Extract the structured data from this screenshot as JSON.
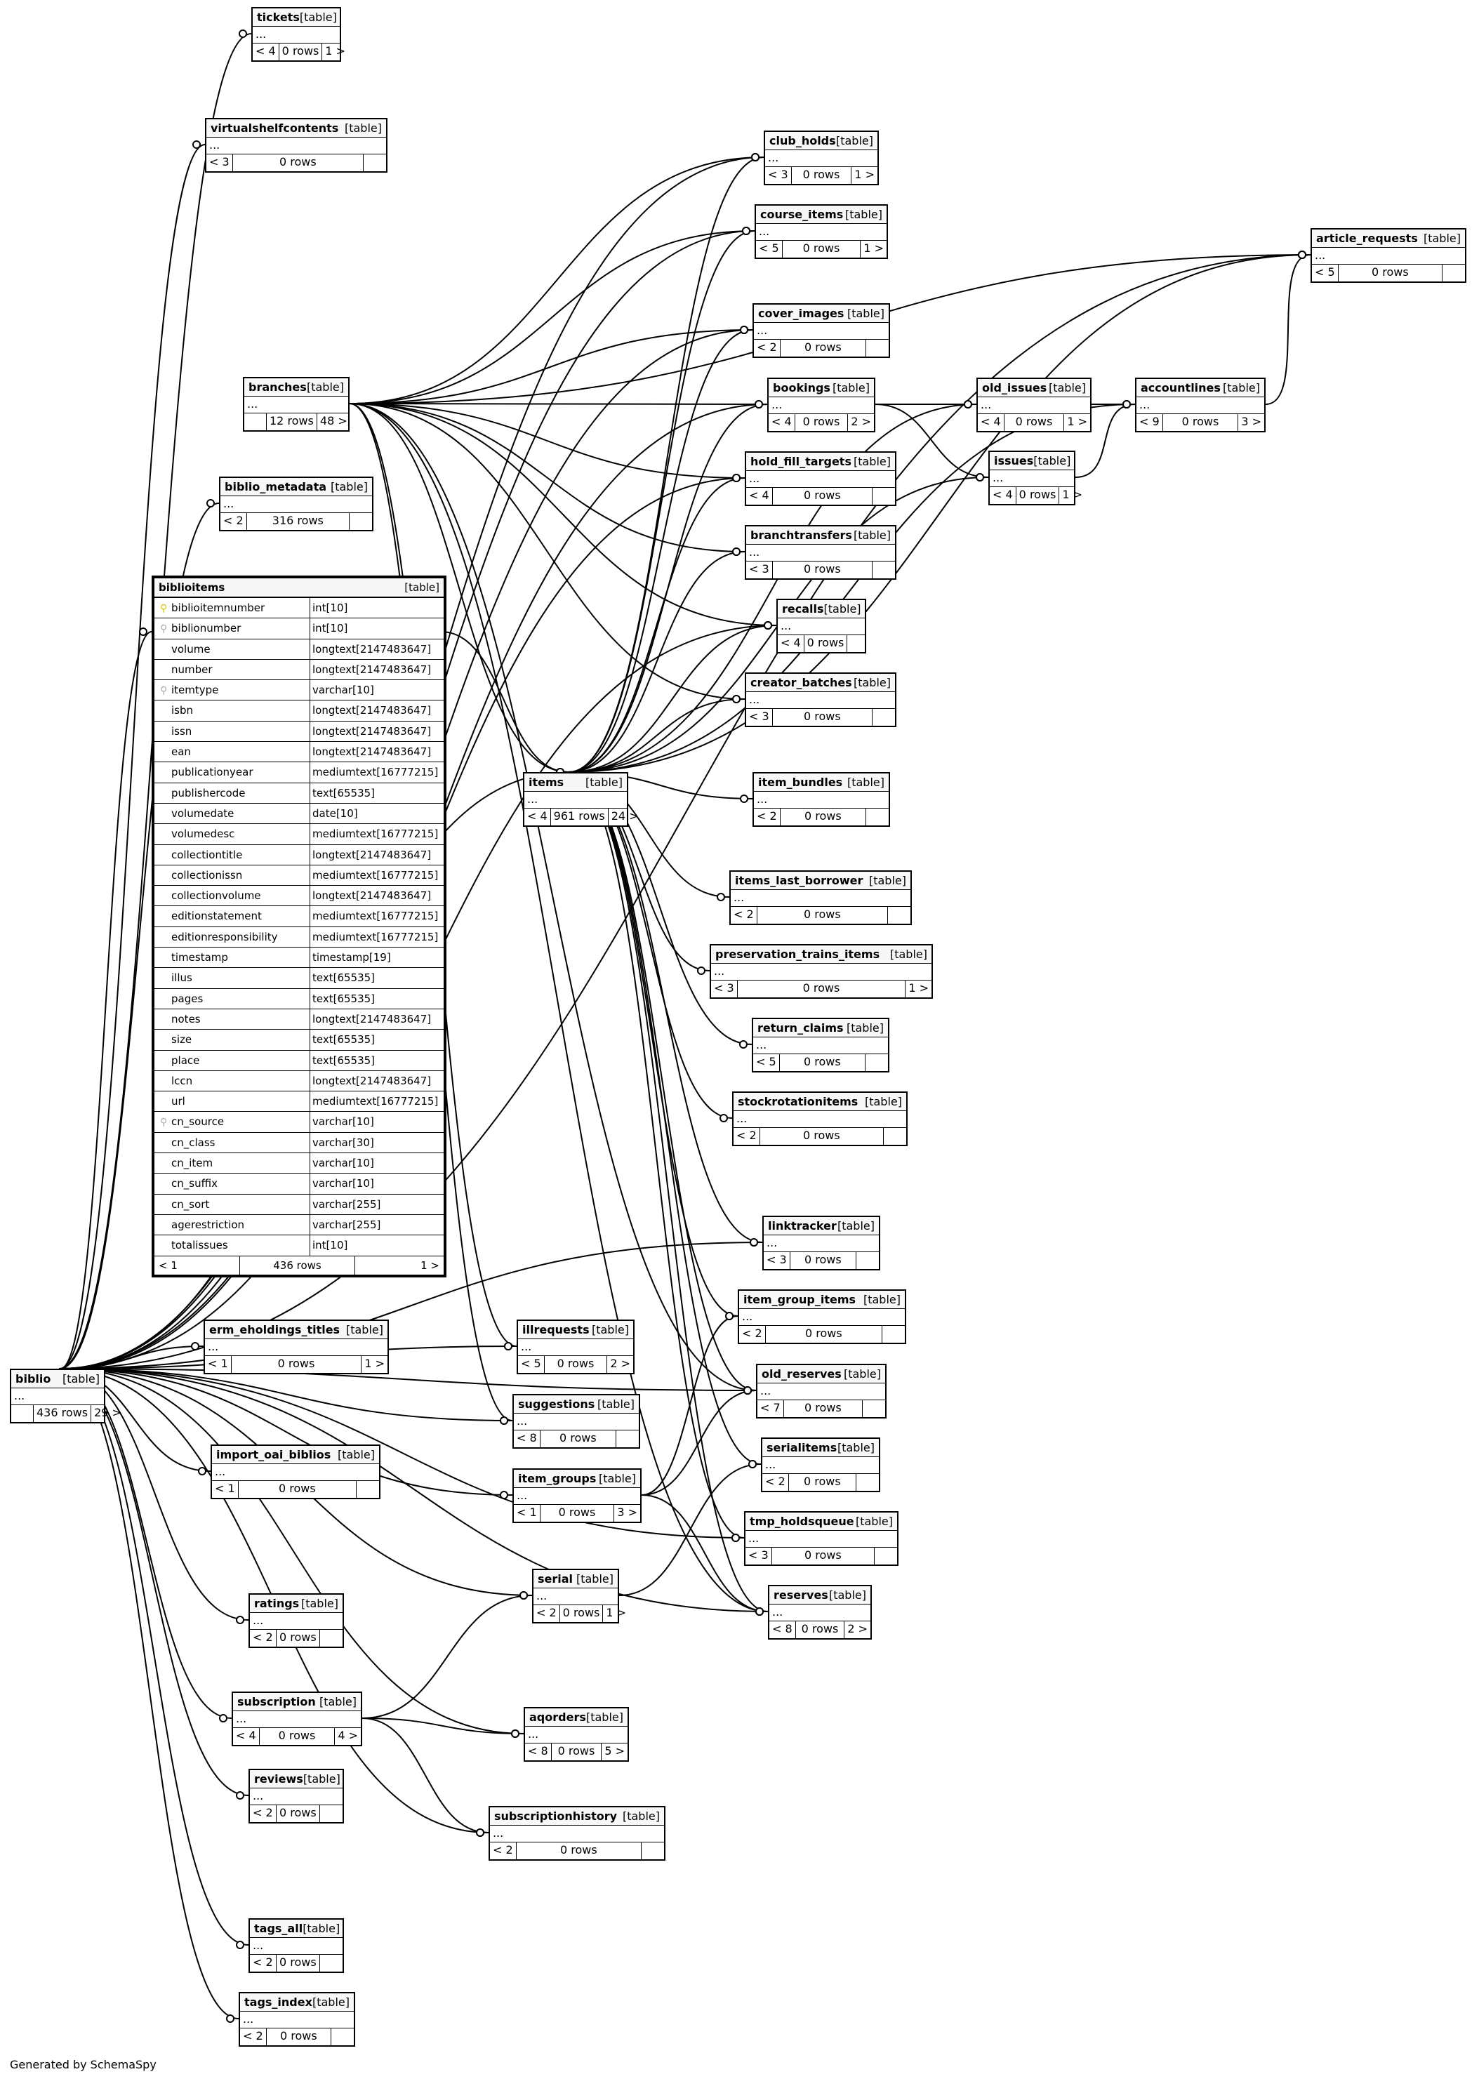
{
  "footer": "Generated by SchemaSpy",
  "table_tag": "[table]",
  "body_text": "...",
  "tables": {
    "tickets": {
      "name": "tickets",
      "prev": "< 4",
      "rows": "0 rows",
      "next": "1 >"
    },
    "virtualshelfcontents": {
      "name": "virtualshelfcontents",
      "prev": "< 3",
      "rows": "0 rows",
      "next": ""
    },
    "club_holds": {
      "name": "club_holds",
      "prev": "< 3",
      "rows": "0 rows",
      "next": "1 >"
    },
    "course_items": {
      "name": "course_items",
      "prev": "< 5",
      "rows": "0 rows",
      "next": "1 >"
    },
    "article_requests": {
      "name": "article_requests",
      "prev": "< 5",
      "rows": "0 rows",
      "next": ""
    },
    "cover_images": {
      "name": "cover_images",
      "prev": "< 2",
      "rows": "0 rows",
      "next": ""
    },
    "branches": {
      "name": "branches",
      "prev": "",
      "rows": "12 rows",
      "next": "48 >"
    },
    "bookings": {
      "name": "bookings",
      "prev": "< 4",
      "rows": "0 rows",
      "next": "2 >"
    },
    "old_issues": {
      "name": "old_issues",
      "prev": "< 4",
      "rows": "0 rows",
      "next": "1 >"
    },
    "accountlines": {
      "name": "accountlines",
      "prev": "< 9",
      "rows": "0 rows",
      "next": "3 >"
    },
    "issues": {
      "name": "issues",
      "prev": "< 4",
      "rows": "0 rows",
      "next": "1 >"
    },
    "hold_fill_targets": {
      "name": "hold_fill_targets",
      "prev": "< 4",
      "rows": "0 rows",
      "next": ""
    },
    "biblio_metadata": {
      "name": "biblio_metadata",
      "prev": "< 2",
      "rows": "316 rows",
      "next": ""
    },
    "branchtransfers": {
      "name": "branchtransfers",
      "prev": "< 3",
      "rows": "0 rows",
      "next": ""
    },
    "recalls": {
      "name": "recalls",
      "prev": "< 4",
      "rows": "0 rows",
      "next": ""
    },
    "creator_batches": {
      "name": "creator_batches",
      "prev": "< 3",
      "rows": "0 rows",
      "next": ""
    },
    "items": {
      "name": "items",
      "prev": "< 4",
      "rows": "961 rows",
      "next": "24 >"
    },
    "item_bundles": {
      "name": "item_bundles",
      "prev": "< 2",
      "rows": "0 rows",
      "next": ""
    },
    "items_last_borrower": {
      "name": "items_last_borrower",
      "prev": "< 2",
      "rows": "0 rows",
      "next": ""
    },
    "preservation_trains_items": {
      "name": "preservation_trains_items",
      "prev": "< 3",
      "rows": "0 rows",
      "next": "1 >"
    },
    "return_claims": {
      "name": "return_claims",
      "prev": "< 5",
      "rows": "0 rows",
      "next": ""
    },
    "stockrotationitems": {
      "name": "stockrotationitems",
      "prev": "< 2",
      "rows": "0 rows",
      "next": ""
    },
    "linktracker": {
      "name": "linktracker",
      "prev": "< 3",
      "rows": "0 rows",
      "next": ""
    },
    "item_group_items": {
      "name": "item_group_items",
      "prev": "< 2",
      "rows": "0 rows",
      "next": ""
    },
    "erm_eholdings_titles": {
      "name": "erm_eholdings_titles",
      "prev": "< 1",
      "rows": "0 rows",
      "next": "1 >"
    },
    "illrequests": {
      "name": "illrequests",
      "prev": "< 5",
      "rows": "0 rows",
      "next": "2 >"
    },
    "old_reserves": {
      "name": "old_reserves",
      "prev": "< 7",
      "rows": "0 rows",
      "next": ""
    },
    "biblio": {
      "name": "biblio",
      "prev": "",
      "rows": "436 rows",
      "next": "29 >"
    },
    "suggestions": {
      "name": "suggestions",
      "prev": "< 8",
      "rows": "0 rows",
      "next": ""
    },
    "import_oai_biblios": {
      "name": "import_oai_biblios",
      "prev": "< 1",
      "rows": "0 rows",
      "next": ""
    },
    "item_groups": {
      "name": "item_groups",
      "prev": "< 1",
      "rows": "0 rows",
      "next": "3 >"
    },
    "serialitems": {
      "name": "serialitems",
      "prev": "< 2",
      "rows": "0 rows",
      "next": ""
    },
    "tmp_holdsqueue": {
      "name": "tmp_holdsqueue",
      "prev": "< 3",
      "rows": "0 rows",
      "next": ""
    },
    "serial": {
      "name": "serial",
      "prev": "< 2",
      "rows": "0 rows",
      "next": "1 >"
    },
    "reserves": {
      "name": "reserves",
      "prev": "< 8",
      "rows": "0 rows",
      "next": "2 >"
    },
    "ratings": {
      "name": "ratings",
      "prev": "< 2",
      "rows": "0 rows",
      "next": ""
    },
    "subscription": {
      "name": "subscription",
      "prev": "< 4",
      "rows": "0 rows",
      "next": "4 >"
    },
    "aqorders": {
      "name": "aqorders",
      "prev": "< 8",
      "rows": "0 rows",
      "next": "5 >"
    },
    "reviews": {
      "name": "reviews",
      "prev": "< 2",
      "rows": "0 rows",
      "next": ""
    },
    "subscriptionhistory": {
      "name": "subscriptionhistory",
      "prev": "< 2",
      "rows": "0 rows",
      "next": ""
    },
    "tags_all": {
      "name": "tags_all",
      "prev": "< 2",
      "rows": "0 rows",
      "next": ""
    },
    "tags_index": {
      "name": "tags_index",
      "prev": "< 2",
      "rows": "0 rows",
      "next": ""
    }
  },
  "biblioitems": {
    "name": "biblioitems",
    "prev": "< 1",
    "rows": "436 rows",
    "next": "1 >",
    "columns": [
      {
        "name": "biblioitemnumber",
        "type": "int[10]",
        "key": "pk"
      },
      {
        "name": "biblionumber",
        "type": "int[10]",
        "key": "fk"
      },
      {
        "name": "volume",
        "type": "longtext[2147483647]",
        "key": ""
      },
      {
        "name": "number",
        "type": "longtext[2147483647]",
        "key": ""
      },
      {
        "name": "itemtype",
        "type": "varchar[10]",
        "key": "fk"
      },
      {
        "name": "isbn",
        "type": "longtext[2147483647]",
        "key": ""
      },
      {
        "name": "issn",
        "type": "longtext[2147483647]",
        "key": ""
      },
      {
        "name": "ean",
        "type": "longtext[2147483647]",
        "key": ""
      },
      {
        "name": "publicationyear",
        "type": "mediumtext[16777215]",
        "key": ""
      },
      {
        "name": "publishercode",
        "type": "text[65535]",
        "key": ""
      },
      {
        "name": "volumedate",
        "type": "date[10]",
        "key": ""
      },
      {
        "name": "volumedesc",
        "type": "mediumtext[16777215]",
        "key": ""
      },
      {
        "name": "collectiontitle",
        "type": "longtext[2147483647]",
        "key": ""
      },
      {
        "name": "collectionissn",
        "type": "mediumtext[16777215]",
        "key": ""
      },
      {
        "name": "collectionvolume",
        "type": "longtext[2147483647]",
        "key": ""
      },
      {
        "name": "editionstatement",
        "type": "mediumtext[16777215]",
        "key": ""
      },
      {
        "name": "editionresponsibility",
        "type": "mediumtext[16777215]",
        "key": ""
      },
      {
        "name": "timestamp",
        "type": "timestamp[19]",
        "key": ""
      },
      {
        "name": "illus",
        "type": "text[65535]",
        "key": ""
      },
      {
        "name": "pages",
        "type": "text[65535]",
        "key": ""
      },
      {
        "name": "notes",
        "type": "longtext[2147483647]",
        "key": ""
      },
      {
        "name": "size",
        "type": "text[65535]",
        "key": ""
      },
      {
        "name": "place",
        "type": "text[65535]",
        "key": ""
      },
      {
        "name": "lccn",
        "type": "longtext[2147483647]",
        "key": ""
      },
      {
        "name": "url",
        "type": "mediumtext[16777215]",
        "key": ""
      },
      {
        "name": "cn_source",
        "type": "varchar[10]",
        "key": "fk"
      },
      {
        "name": "cn_class",
        "type": "varchar[30]",
        "key": ""
      },
      {
        "name": "cn_item",
        "type": "varchar[10]",
        "key": ""
      },
      {
        "name": "cn_suffix",
        "type": "varchar[10]",
        "key": ""
      },
      {
        "name": "cn_sort",
        "type": "varchar[255]",
        "key": ""
      },
      {
        "name": "agerestriction",
        "type": "varchar[255]",
        "key": ""
      },
      {
        "name": "totalissues",
        "type": "int[10]",
        "key": ""
      }
    ]
  },
  "relationships": [
    [
      "biblio",
      "tickets"
    ],
    [
      "biblio",
      "virtualshelfcontents"
    ],
    [
      "biblio",
      "club_holds"
    ],
    [
      "biblio",
      "course_items"
    ],
    [
      "biblio",
      "article_requests"
    ],
    [
      "biblio",
      "cover_images"
    ],
    [
      "biblio",
      "bookings"
    ],
    [
      "biblio",
      "hold_fill_targets"
    ],
    [
      "biblio",
      "biblio_metadata"
    ],
    [
      "biblio",
      "biblioitems"
    ],
    [
      "biblio",
      "items"
    ],
    [
      "biblio",
      "erm_eholdings_titles"
    ],
    [
      "biblio",
      "illrequests"
    ],
    [
      "biblio",
      "suggestions"
    ],
    [
      "biblio",
      "import_oai_biblios"
    ],
    [
      "biblio",
      "item_groups"
    ],
    [
      "biblio",
      "linktracker"
    ],
    [
      "biblio",
      "serial"
    ],
    [
      "biblio",
      "ratings"
    ],
    [
      "biblio",
      "subscription"
    ],
    [
      "biblio",
      "aqorders"
    ],
    [
      "biblio",
      "reviews"
    ],
    [
      "biblio",
      "subscriptionhistory"
    ],
    [
      "biblio",
      "tags_all"
    ],
    [
      "biblio",
      "tags_index"
    ],
    [
      "biblio",
      "tmp_holdsqueue"
    ],
    [
      "biblio",
      "reserves"
    ],
    [
      "biblio",
      "old_reserves"
    ],
    [
      "biblio",
      "recalls"
    ],
    [
      "branches",
      "club_holds"
    ],
    [
      "branches",
      "course_items"
    ],
    [
      "branches",
      "cover_images"
    ],
    [
      "branches",
      "bookings"
    ],
    [
      "branches",
      "hold_fill_targets"
    ],
    [
      "branches",
      "branchtransfers"
    ],
    [
      "branches",
      "recalls"
    ],
    [
      "branches",
      "creator_batches"
    ],
    [
      "branches",
      "items"
    ],
    [
      "branches",
      "illrequests"
    ],
    [
      "branches",
      "suggestions"
    ],
    [
      "branches",
      "article_requests"
    ],
    [
      "branches",
      "old_reserves"
    ],
    [
      "branches",
      "reserves"
    ],
    [
      "biblioitems",
      "items"
    ],
    [
      "items",
      "course_items"
    ],
    [
      "items",
      "club_holds"
    ],
    [
      "items",
      "cover_images"
    ],
    [
      "items",
      "bookings"
    ],
    [
      "items",
      "hold_fill_targets"
    ],
    [
      "items",
      "branchtransfers"
    ],
    [
      "items",
      "recalls"
    ],
    [
      "items",
      "creator_batches"
    ],
    [
      "items",
      "old_issues"
    ],
    [
      "items",
      "issues"
    ],
    [
      "items",
      "accountlines"
    ],
    [
      "items",
      "article_requests"
    ],
    [
      "items",
      "item_bundles"
    ],
    [
      "items",
      "items_last_borrower"
    ],
    [
      "items",
      "preservation_trains_items"
    ],
    [
      "items",
      "return_claims"
    ],
    [
      "items",
      "stockrotationitems"
    ],
    [
      "items",
      "linktracker"
    ],
    [
      "items",
      "item_group_items"
    ],
    [
      "items",
      "old_reserves"
    ],
    [
      "items",
      "serialitems"
    ],
    [
      "items",
      "tmp_holdsqueue"
    ],
    [
      "items",
      "reserves"
    ],
    [
      "bookings",
      "old_issues"
    ],
    [
      "bookings",
      "issues"
    ],
    [
      "old_issues",
      "accountlines"
    ],
    [
      "issues",
      "accountlines"
    ],
    [
      "accountlines",
      "article_requests"
    ],
    [
      "item_groups",
      "item_group_items"
    ],
    [
      "item_groups",
      "old_reserves"
    ],
    [
      "item_groups",
      "reserves"
    ],
    [
      "serial",
      "serialitems"
    ],
    [
      "subscription",
      "serial"
    ],
    [
      "subscription",
      "aqorders"
    ],
    [
      "subscription",
      "subscriptionhistory"
    ]
  ]
}
